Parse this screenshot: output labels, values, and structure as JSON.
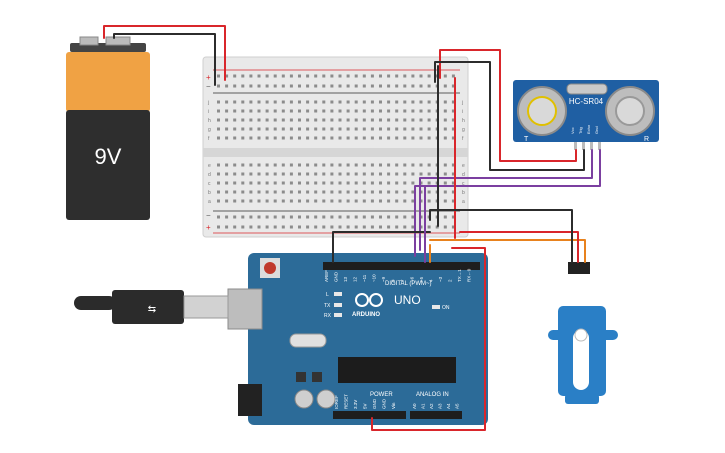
{
  "battery": {
    "label": "9V"
  },
  "sensor": {
    "model": "HC-SR04",
    "pin_labels": [
      "Vcc",
      "Trig",
      "Echo",
      "Gnd"
    ],
    "side_left": "T",
    "side_right": "R"
  },
  "arduino": {
    "brand": "ARDUINO",
    "model": "UNO",
    "digital_header": "DIGITAL (PWM~)",
    "power_header": "POWER",
    "analog_header": "ANALOG IN",
    "led_labels": [
      "L",
      "TX",
      "RX",
      "ON"
    ],
    "digital_pins": [
      "AREF",
      "GND",
      "13",
      "12",
      "~11",
      "~10",
      "~9",
      "8",
      "7",
      "~6",
      "~5",
      "4",
      "~3",
      "2",
      "TX→1",
      "RX←0"
    ],
    "power_pins": [
      "IOREF",
      "RESET",
      "3.3V",
      "5V",
      "GND",
      "GND",
      "Vin"
    ],
    "analog_pins": [
      "A0",
      "A1",
      "A2",
      "A3",
      "A4",
      "A5"
    ]
  },
  "breadboard": {
    "rail_signs": [
      "+",
      "−"
    ],
    "row_letters_top": [
      "j",
      "i",
      "h",
      "g",
      "f"
    ],
    "row_letters_bottom": [
      "e",
      "d",
      "c",
      "b",
      "a"
    ]
  },
  "colors": {
    "wire_red": "#d9262b",
    "wire_black": "#2c2c2c",
    "wire_purple": "#7b3fa0",
    "wire_orange": "#e8821e",
    "board_blue": "#2c6b98",
    "sensor_blue": "#1f5fa3",
    "servo_blue": "#2a7fc6",
    "battery_orange": "#f0a244"
  }
}
